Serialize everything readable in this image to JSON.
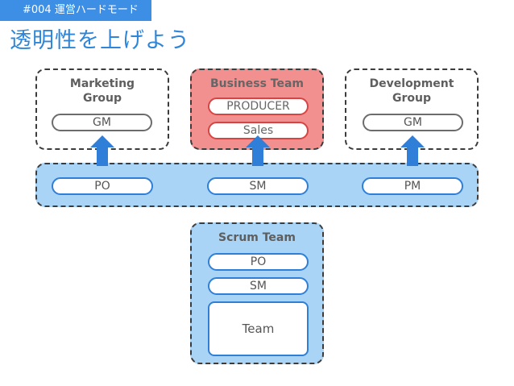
{
  "header": {
    "tag": "#004 運営ハードモード",
    "title": "透明性を上げよう"
  },
  "groups": {
    "marketing": {
      "title_line1": "Marketing",
      "title_line2": "Group",
      "role": "GM"
    },
    "business": {
      "title": "Business Team",
      "roles": [
        "PRODUCER",
        "Sales"
      ]
    },
    "development": {
      "title_line1": "Development",
      "title_line2": "Group",
      "role": "GM"
    }
  },
  "middle_row": {
    "roles": [
      "PO",
      "SM",
      "PM"
    ]
  },
  "scrum_team": {
    "title": "Scrum Team",
    "roles": [
      "PO",
      "SM"
    ],
    "team_label": "Team"
  },
  "colors": {
    "accent_blue": "#2f7fd8",
    "tag_blue": "#3d8fe6",
    "business_fill": "#f28f8f",
    "light_blue_fill": "#a9d4f6"
  }
}
